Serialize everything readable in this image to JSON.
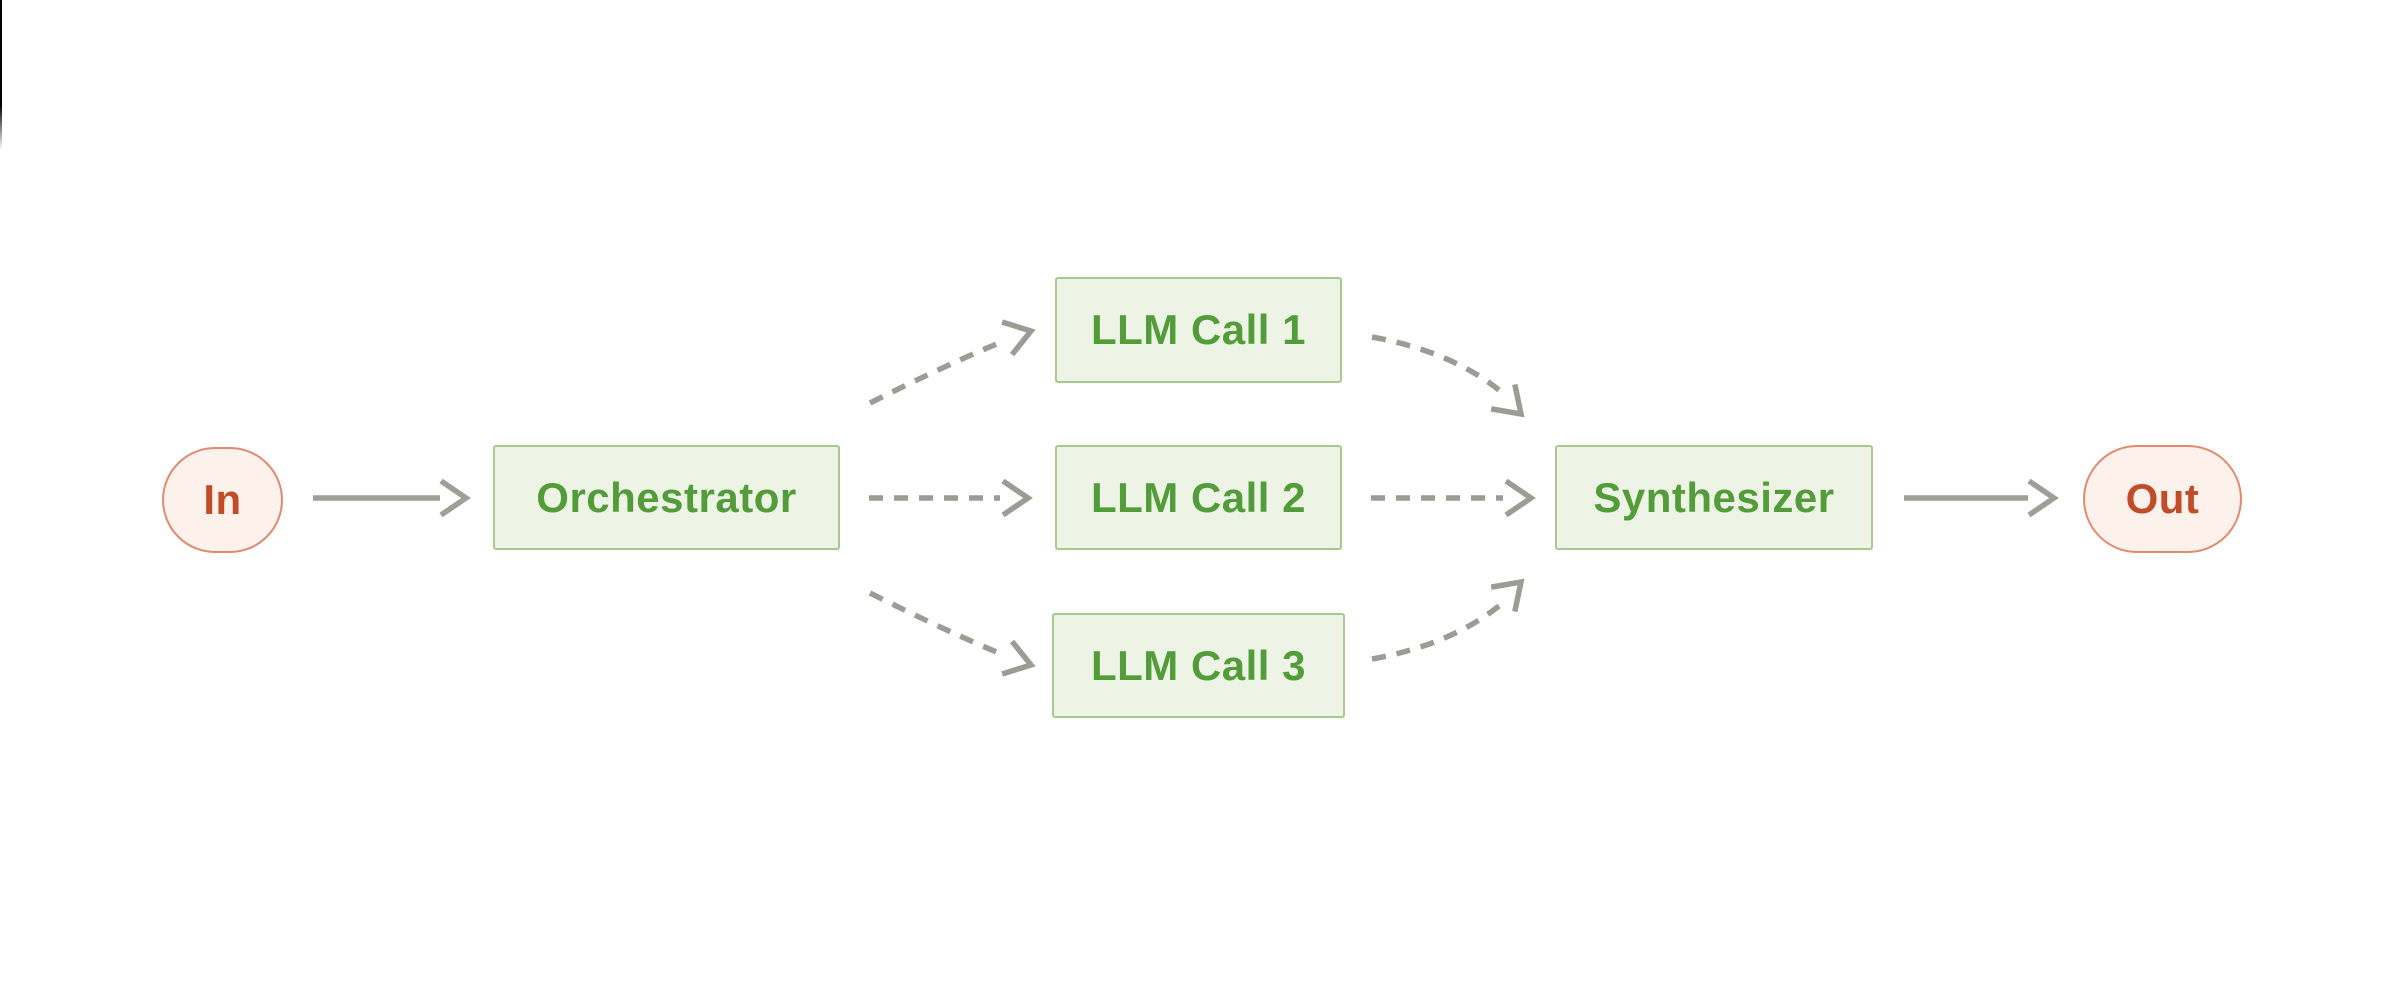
{
  "diagram": {
    "nodes": {
      "in": {
        "label": "In"
      },
      "orchestrator": {
        "label": "Orchestrator"
      },
      "llm_call_1": {
        "label": "LLM Call 1"
      },
      "llm_call_2": {
        "label": "LLM Call 2"
      },
      "llm_call_3": {
        "label": "LLM Call 3"
      },
      "synthesizer": {
        "label": "Synthesizer"
      },
      "out": {
        "label": "Out"
      }
    },
    "edges": [
      {
        "from": "In",
        "to": "Orchestrator",
        "style": "solid"
      },
      {
        "from": "Orchestrator",
        "to": "LLM Call 1",
        "style": "dashed"
      },
      {
        "from": "Orchestrator",
        "to": "LLM Call 2",
        "style": "dashed"
      },
      {
        "from": "Orchestrator",
        "to": "LLM Call 3",
        "style": "dashed"
      },
      {
        "from": "LLM Call 1",
        "to": "Synthesizer",
        "style": "dashed"
      },
      {
        "from": "LLM Call 2",
        "to": "Synthesizer",
        "style": "dashed"
      },
      {
        "from": "LLM Call 3",
        "to": "Synthesizer",
        "style": "dashed"
      },
      {
        "from": "Synthesizer",
        "to": "Out",
        "style": "solid"
      }
    ],
    "colors": {
      "green_fill": "#edf4e6",
      "green_border": "#a6ca8e",
      "green_text": "#529c3a",
      "pink_fill": "#fdf1ec",
      "pink_border": "#e18a6f",
      "red_text": "#c04d28",
      "arrow_gray": "#9f9f98",
      "dash_gray": "#9c9c95",
      "artifact_black": "#000000"
    }
  }
}
